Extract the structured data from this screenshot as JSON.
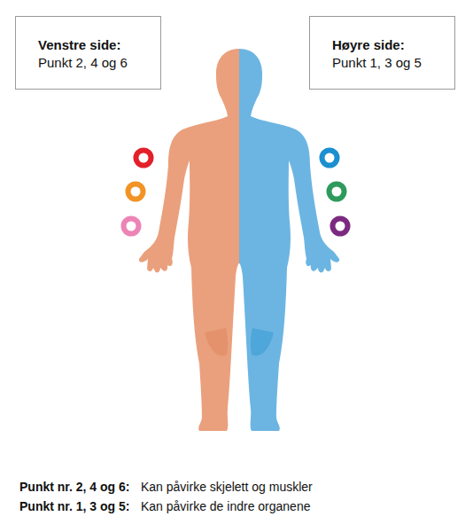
{
  "diagram": {
    "nodes": [
      {
        "text": [
          "Venstre side:",
          "Punkt 2, 4 og 6"
        ]
      },
      {
        "text": [
          "Høyre side:",
          "Punkt 1, 3 og 5"
        ]
      }
    ],
    "labels": [
      "Punkt nr. 2, 4 og 6:",
      "Kan påvirke skjelett og muskler",
      "Punkt nr. 1, 3 og 5:",
      "Kan påvirke de indre organene"
    ]
  }
}
